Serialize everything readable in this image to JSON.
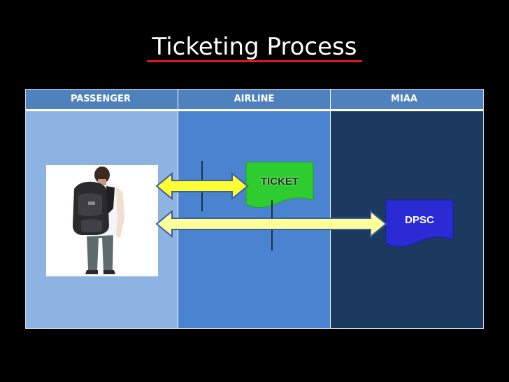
{
  "slide": {
    "title": "Ticketing Process"
  },
  "lanes": [
    {
      "label": "PASSENGER"
    },
    {
      "label": "AIRLINE"
    },
    {
      "label": "MIAA"
    }
  ],
  "documents": {
    "ticket": {
      "label": "TICKET",
      "color": "#2ecc2e"
    },
    "dpsc": {
      "label": "DPSC",
      "color": "#2b2bd6"
    }
  },
  "colors": {
    "arrow_fill": "#ffff99",
    "arrow_fill_strong": "#ffff33",
    "title_underline": "#d91b1b"
  },
  "figure": {
    "icon": "passenger-with-backpack"
  }
}
